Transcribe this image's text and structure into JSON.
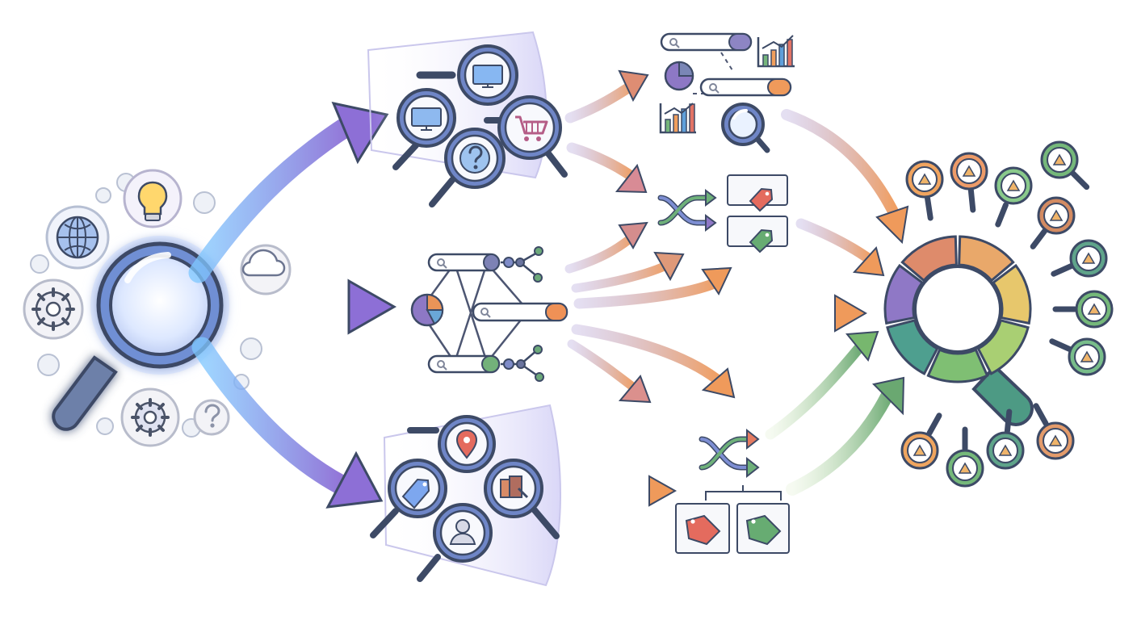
{
  "diagram": {
    "stages": [
      {
        "id": "source",
        "icons": [
          "globe-icon",
          "lightbulb-icon",
          "gear-icon",
          "cloud-icon",
          "question-icon",
          "magnifier-icon"
        ]
      },
      {
        "id": "scopes",
        "groups": [
          {
            "id": "top",
            "icons": [
              "monitor-icon",
              "shopping-cart-icon",
              "question-icon"
            ]
          },
          {
            "id": "middle",
            "icons": [
              "search-bar-icon",
              "pie-chart-icon",
              "network-node-icon"
            ]
          },
          {
            "id": "bottom",
            "icons": [
              "map-pin-icon",
              "tag-icon",
              "product-box-icon",
              "user-icon"
            ]
          }
        ]
      },
      {
        "id": "processing",
        "icons": [
          "search-bar-icon",
          "bar-chart-icon",
          "shuffle-icon",
          "tag-icon"
        ]
      },
      {
        "id": "result",
        "icons": [
          "segmented-ring-magnifier-icon"
        ]
      }
    ],
    "result_segment_colors": [
      "#e9a86a",
      "#e7c76c",
      "#a9cf73",
      "#7fbf73",
      "#4e9f8f",
      "#8f78c6",
      "#de8b6b"
    ],
    "satellite_icons": [
      "price-tag-icon",
      "chat-question-icon",
      "chat-icon",
      "map-pin-icon",
      "product-box-icon",
      "chat-icon",
      "map-pin-icon",
      "map-pin-icon",
      "product-box-icon",
      "chat-question-icon",
      "map-pin-icon",
      "map-icon"
    ],
    "colors": {
      "outline": "#3d4a66",
      "blue": "#7da4ea",
      "purple": "#9777d6",
      "orange": "#ee9a5a",
      "red": "#e36f63",
      "green": "#6cb36f",
      "teal": "#4d9a84",
      "panel": "#f3f6fb"
    }
  }
}
